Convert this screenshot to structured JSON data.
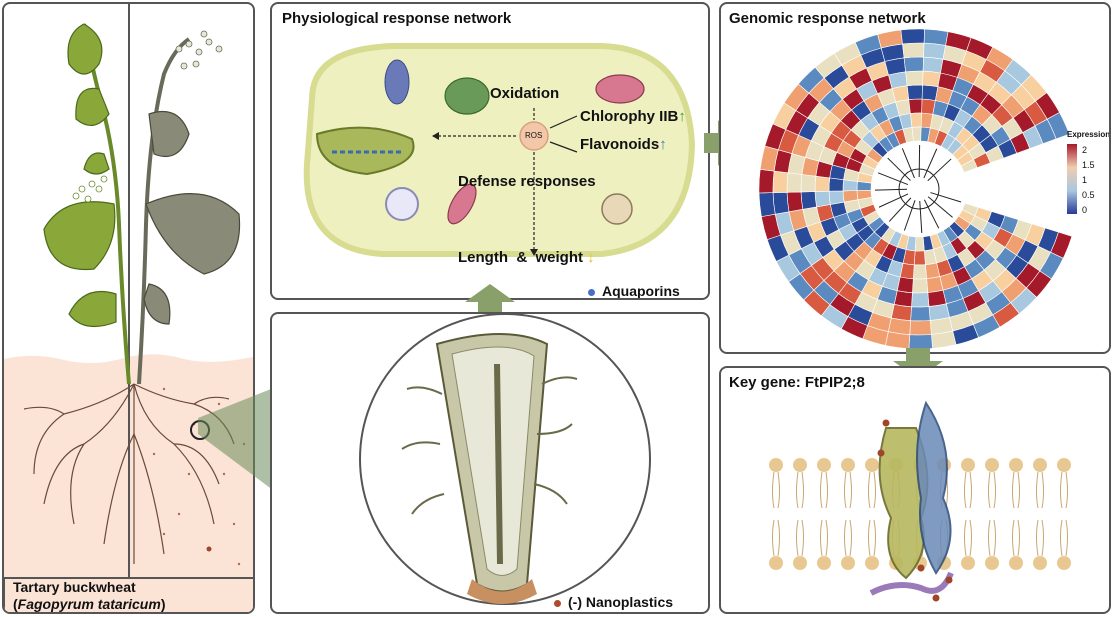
{
  "plant_panel": {
    "name_line1": "Tartary buckwheat",
    "name_line2_open": "(",
    "name_line2_italic": "Fagopyrum tataricum",
    "name_line2_close": ")"
  },
  "physio_panel": {
    "title": "Physiological response network",
    "oxidation": "Oxidation",
    "ros": "ROS",
    "chlorophyll": "Chlorophy IIB",
    "flavonoids": "Flavonoids",
    "defense": "Defense responses",
    "length_weight": "Length  &  weight",
    "aquaporins_legend": "Aquaporins",
    "up_arrow": "↑",
    "down_arrow": "↓",
    "colors": {
      "up": "#3aa03a",
      "flav_up": "#3a7fc0",
      "down": "#e8b820",
      "aquaporin_dot": "#4a6cc8",
      "nanoplastic_dot": "#b04a2a"
    }
  },
  "root_panel": {
    "nanoplastics_legend": "(-) Nanoplastics"
  },
  "genomic_panel": {
    "title": "Genomic response network",
    "legend_title": "Expression",
    "legend_ticks": [
      "2",
      "1.5",
      "1",
      "0.5",
      "0"
    ]
  },
  "gene_panel": {
    "title": "Key gene: FtPIP2;8"
  }
}
